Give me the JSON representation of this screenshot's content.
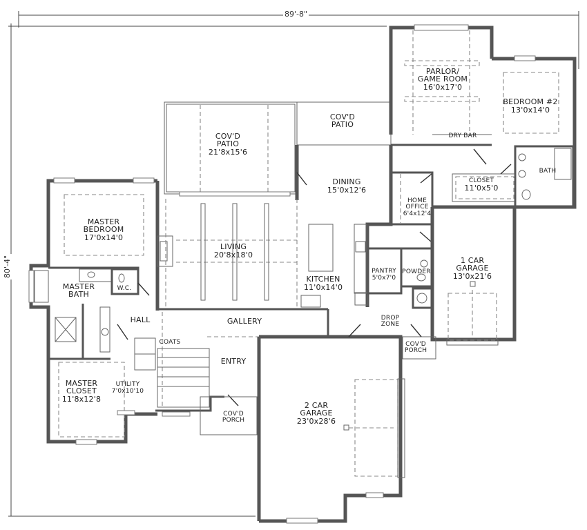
{
  "dimensions": {
    "overall_width": "89'-8\"",
    "overall_depth": "80'-4\""
  },
  "rooms": {
    "parlor": {
      "name_line1": "Parlor/",
      "name_line2": "Game Room",
      "size": "16'0x17'0"
    },
    "bedroom2": {
      "name": "Bedroom #2",
      "size": "13'0x14'0"
    },
    "covd_patio_main": {
      "name_line1": "Cov'd",
      "name_line2": "Patio",
      "size": "21'8x15'6"
    },
    "covd_patio_small": {
      "name_line1": "Cov'd",
      "name_line2": "Patio"
    },
    "dry_bar": {
      "name": "Dry Bar"
    },
    "dining": {
      "name": "Dining",
      "size": "15'0x12'6"
    },
    "closet": {
      "name": "Closet",
      "size": "11'0x5'0"
    },
    "bath": {
      "name": "Bath"
    },
    "home_office": {
      "name_line1": "Home",
      "name_line2": "Office",
      "size": "6'4x12'4"
    },
    "master_bedroom": {
      "name_line1": "Master",
      "name_line2": "Bedroom",
      "size": "17'0x14'0"
    },
    "living": {
      "name": "Living",
      "size": "20'8x18'0"
    },
    "kitchen": {
      "name": "Kitchen",
      "size": "11'0x14'0"
    },
    "pantry": {
      "name": "Pantry",
      "size": "5'0x7'0"
    },
    "powder": {
      "name": "Powder"
    },
    "garage1": {
      "name_line1": "1 Car",
      "name_line2": "Garage",
      "size": "13'0x21'6"
    },
    "master_bath": {
      "name_line1": "Master",
      "name_line2": "Bath"
    },
    "wc": {
      "name": "W.C."
    },
    "hall": {
      "name": "Hall"
    },
    "gallery": {
      "name": "Gallery"
    },
    "drop_zone": {
      "name_line1": "Drop",
      "name_line2": "Zone"
    },
    "covd_porch_side": {
      "name_line1": "Cov'd",
      "name_line2": "Porch"
    },
    "coats": {
      "name": "Coats"
    },
    "entry": {
      "name": "Entry"
    },
    "master_closet": {
      "name_line1": "Master",
      "name_line2": "Closet",
      "size": "11'8x12'8"
    },
    "utility": {
      "name": "Utility",
      "size": "7'0x10'10"
    },
    "covd_porch_front": {
      "name_line1": "Cov'd",
      "name_line2": "Porch"
    },
    "garage2": {
      "name_line1": "2 Car",
      "name_line2": "Garage",
      "size": "23'0x28'6"
    }
  }
}
